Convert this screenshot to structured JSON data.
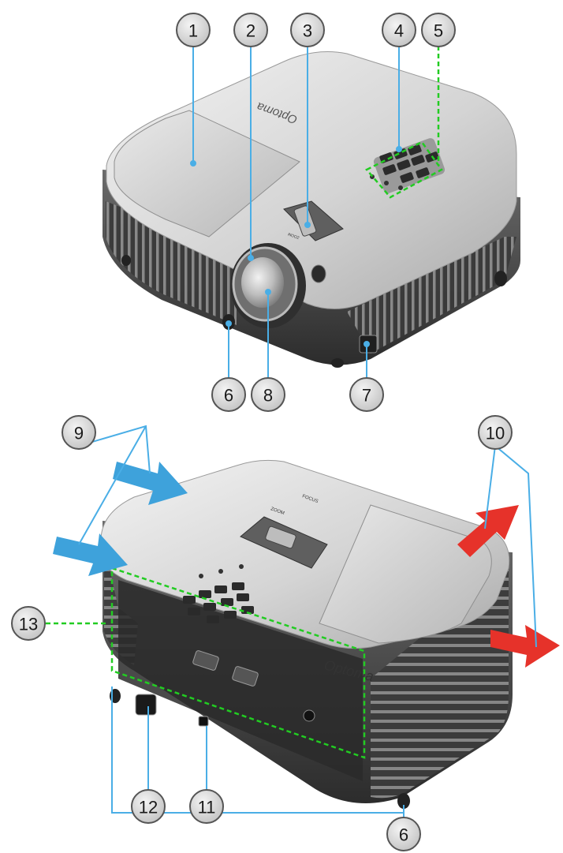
{
  "brand_name": "Optoma",
  "projector_labels": {
    "zoom": "ZOOM",
    "focus": "FOCUS"
  },
  "callouts": {
    "c1": "1",
    "c2": "2",
    "c3": "3",
    "c4": "4",
    "c5": "5",
    "c6_top": "6",
    "c7": "7",
    "c8": "8",
    "c9": "9",
    "c10": "10",
    "c11": "11",
    "c12": "12",
    "c13": "13",
    "c6_bottom": "6"
  },
  "colors": {
    "leader_line": "#4aaee6",
    "dashed_highlight": "#22cc22",
    "intake_arrow": "#3ea2db",
    "exhaust_arrow": "#e6322a",
    "callout_fill": "#d9d9d9",
    "callout_stroke": "#555555"
  }
}
